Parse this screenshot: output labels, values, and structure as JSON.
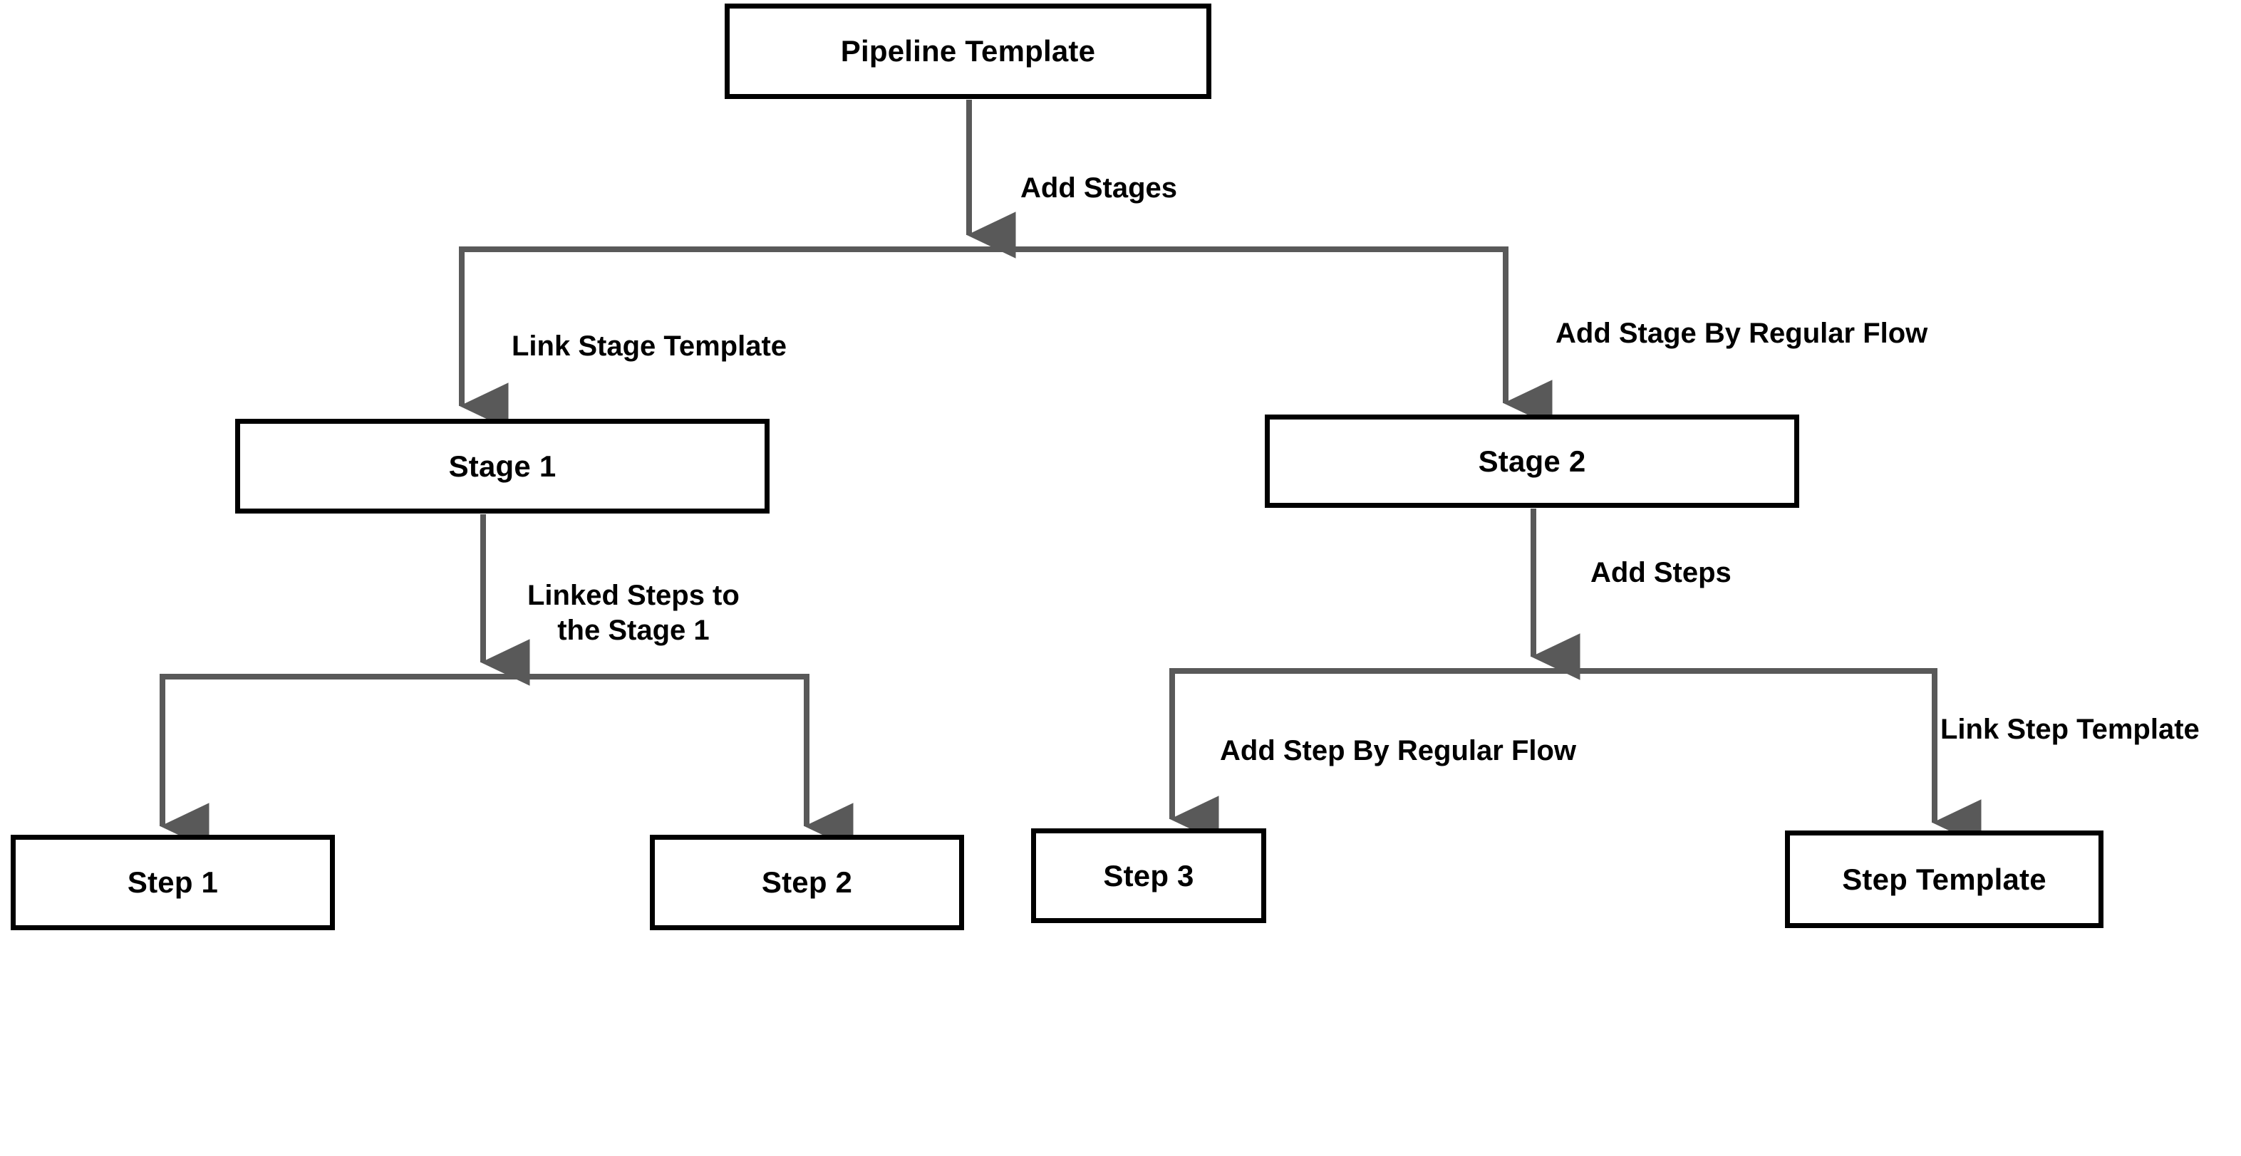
{
  "diagram": {
    "type": "flowchart",
    "orientation": "top-down",
    "background_color": "#ffffff",
    "node_border_color": "#000000",
    "node_fill_color": "#ffffff",
    "edge_color": "#595959",
    "text_color": "#000000",
    "nodes": [
      {
        "id": "pipeline-template",
        "label": "Pipeline Template",
        "level": 0
      },
      {
        "id": "stage-1",
        "label": "Stage 1",
        "level": 1
      },
      {
        "id": "stage-2",
        "label": "Stage 2",
        "level": 1
      },
      {
        "id": "step-1",
        "label": "Step 1",
        "level": 2
      },
      {
        "id": "step-2",
        "label": "Step 2",
        "level": 2
      },
      {
        "id": "step-3",
        "label": "Step 3",
        "level": 2
      },
      {
        "id": "step-template",
        "label": "Step Template",
        "level": 2
      }
    ],
    "edges": [
      {
        "id": "e-add-stages",
        "from": "pipeline-template",
        "to": "stage-split",
        "label": "Add Stages"
      },
      {
        "id": "e-link-stage-template",
        "from": "stage-split",
        "to": "stage-1",
        "label": "Link Stage Template"
      },
      {
        "id": "e-add-stage-regular",
        "from": "stage-split",
        "to": "stage-2",
        "label": "Add Stage By Regular Flow"
      },
      {
        "id": "e-linked-steps",
        "from": "stage-1",
        "to": "step-split-left",
        "label": "Linked Steps to\nthe Stage 1"
      },
      {
        "id": "e-add-steps",
        "from": "stage-2",
        "to": "step-split-right",
        "label": "Add Steps"
      },
      {
        "id": "e-step-1",
        "from": "step-split-left",
        "to": "step-1",
        "label": ""
      },
      {
        "id": "e-step-2",
        "from": "step-split-left",
        "to": "step-2",
        "label": ""
      },
      {
        "id": "e-add-step-regular",
        "from": "step-split-right",
        "to": "step-3",
        "label": "Add Step By Regular Flow"
      },
      {
        "id": "e-link-step-template",
        "from": "step-split-right",
        "to": "step-template",
        "label": "Link Step Template"
      }
    ]
  }
}
